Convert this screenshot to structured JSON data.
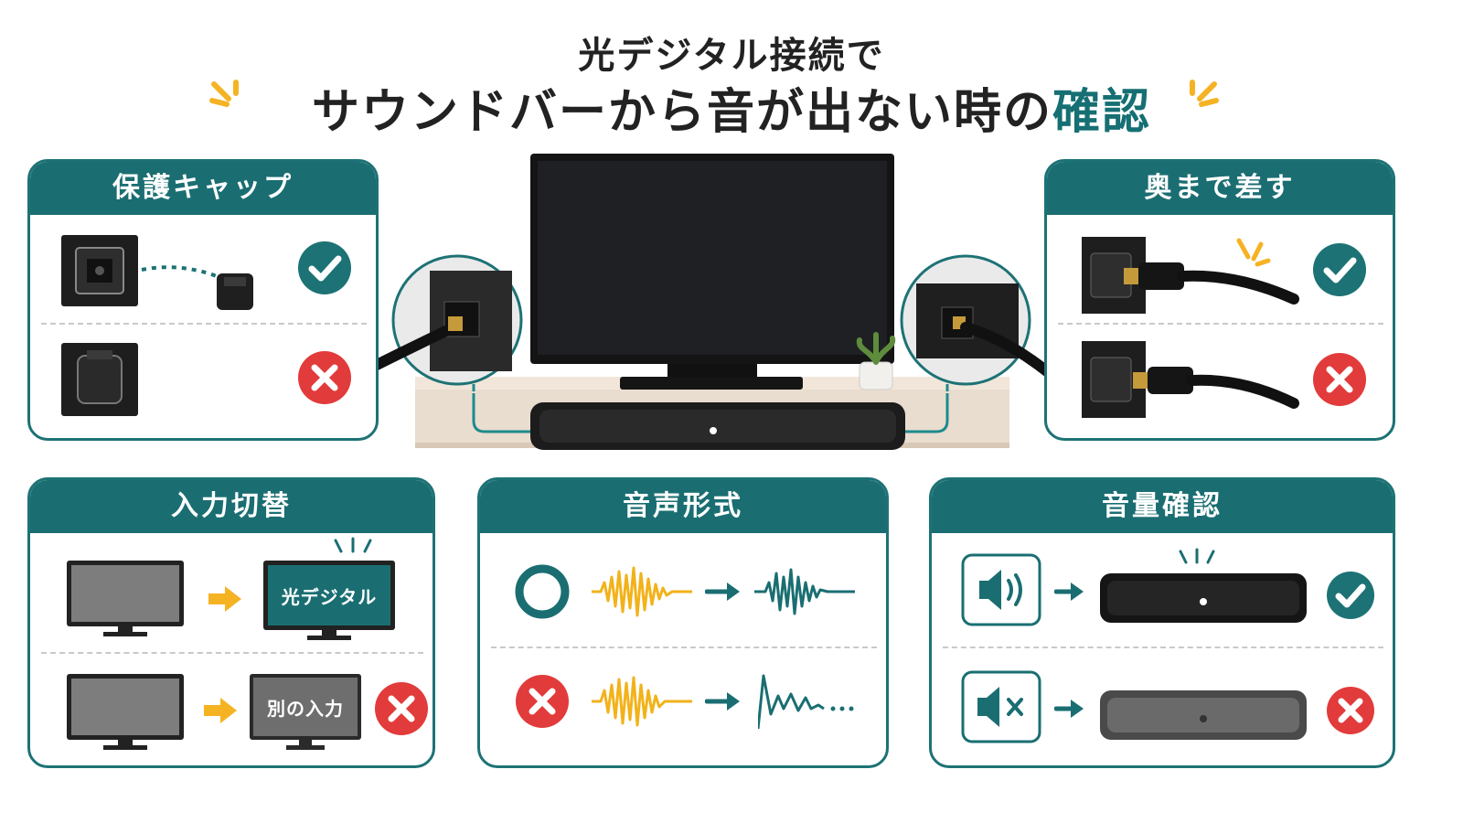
{
  "title": {
    "line1": "光デジタル接続で",
    "line2_main": "サウンドバーから音が出ない時の",
    "line2_accent": "確認"
  },
  "panels": {
    "protective_cap": {
      "heading": "保護キャップ"
    },
    "insert_fully": {
      "heading": "奥まで差す"
    },
    "input_switch": {
      "heading": "入力切替",
      "correct_label": "光デジタル",
      "wrong_label": "別の入力"
    },
    "audio_format": {
      "heading": "音声形式"
    },
    "volume_check": {
      "heading": "音量確認"
    }
  },
  "colors": {
    "teal": "#1a6e72",
    "check": "#1d7275",
    "cross": "#e23b3b",
    "arrow_yellow": "#f5b324",
    "wave_yellow": "#f2b21a"
  },
  "icons": [
    "check-icon",
    "cross-icon",
    "circle-ok-icon",
    "speaker-on-icon",
    "speaker-mute-icon",
    "arrow-right-icon",
    "sparkle-icon"
  ]
}
